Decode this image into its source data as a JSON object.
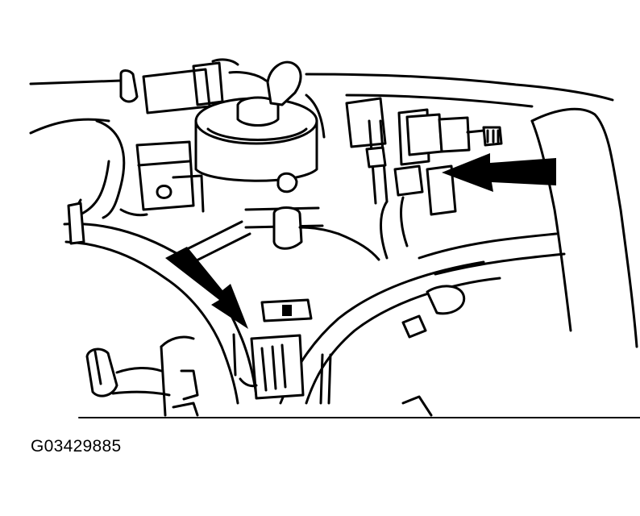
{
  "figure_id": "G03429885",
  "colors": {
    "line": "#000000",
    "background": "#ffffff"
  },
  "callouts": [
    {
      "name": "right-arrow",
      "points_to": "connector-at-upper-right"
    },
    {
      "name": "left-arrow",
      "points_to": "connector-at-lower-center"
    }
  ]
}
